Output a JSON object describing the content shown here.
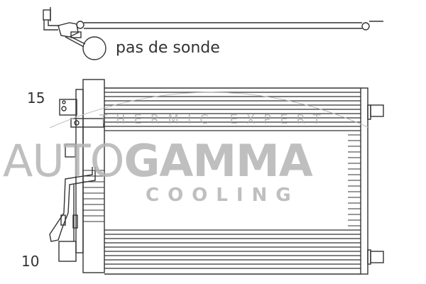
{
  "diagram": {
    "subject": "condenser",
    "labels": {
      "probe_note": "pas de sonde",
      "dimension_top": "15",
      "dimension_bottom": "10"
    },
    "watermark": {
      "brand_thin": "AUTO",
      "brand_bold": "GAMMA",
      "subtitle": "COOLING",
      "tagline": "THERMIC EXPERT"
    },
    "colors": {
      "line": "#333333",
      "watermark": "#b4b4b4",
      "background": "#ffffff"
    }
  }
}
